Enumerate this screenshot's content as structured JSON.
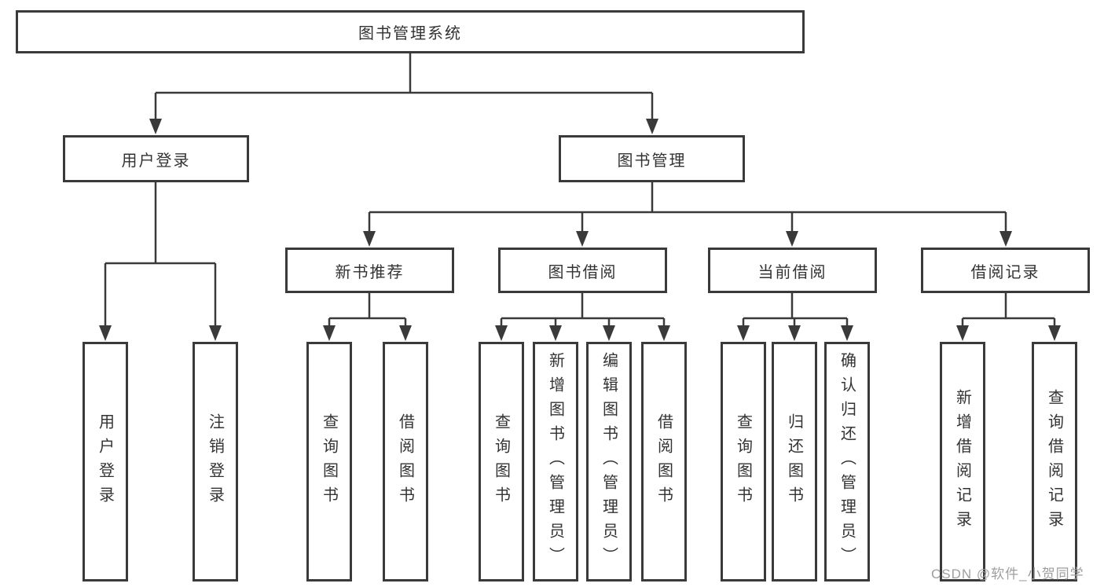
{
  "diagram_type": "hierarchy-tree",
  "colors": {
    "line": "#3a3a3a",
    "box_border": "#3a3a3a",
    "text": "#333333",
    "watermark": "#9e9e9e",
    "background": "#ffffff"
  },
  "tree": {
    "label": "图书管理系统",
    "children": [
      {
        "label": "用户登录",
        "children": [
          {
            "label": "用户登录"
          },
          {
            "label": "注销登录"
          }
        ]
      },
      {
        "label": "图书管理",
        "children": [
          {
            "label": "新书推荐",
            "children": [
              {
                "label": "查询图书"
              },
              {
                "label": "借阅图书"
              }
            ]
          },
          {
            "label": "图书借阅",
            "children": [
              {
                "label": "查询图书"
              },
              {
                "label": "新增图书（管理员）"
              },
              {
                "label": "编辑图书（管理员）"
              },
              {
                "label": "借阅图书"
              }
            ]
          },
          {
            "label": "当前借阅",
            "children": [
              {
                "label": "查询图书"
              },
              {
                "label": "归还图书"
              },
              {
                "label": "确认归还（管理员）"
              }
            ]
          },
          {
            "label": "借阅记录",
            "children": [
              {
                "label": "新增借阅记录"
              },
              {
                "label": "查询借阅记录"
              }
            ]
          }
        ]
      }
    ]
  },
  "watermark": {
    "text": "CSDN @软件_小贺同学"
  }
}
